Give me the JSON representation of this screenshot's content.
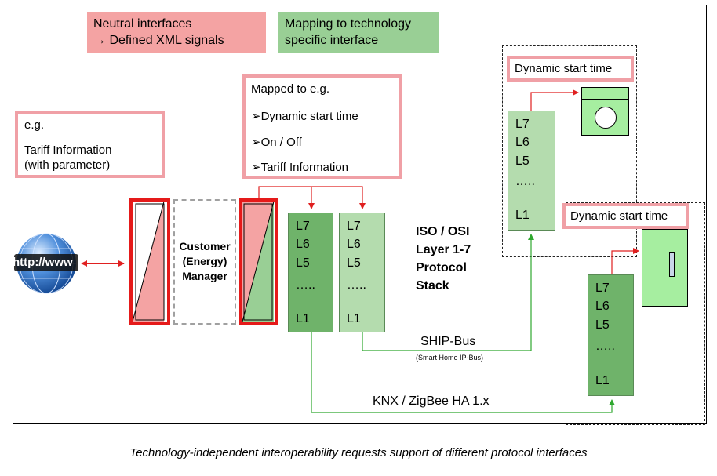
{
  "legend": {
    "neutral_line1": "Neutral interfaces",
    "neutral_line2": "→ Defined XML signals",
    "mapping_line1": "Mapping to technology",
    "mapping_line2": "specific interface",
    "neutral_color": "#f4a3a3",
    "mapping_color": "#99cf95"
  },
  "example_box": {
    "line1": "e.g.",
    "line2": "Tariff Information",
    "line3": "(with parameter)"
  },
  "mapped_box": {
    "title": "Mapped to e.g.",
    "items": [
      "➢Dynamic start time",
      "➢On / Off",
      "➢Tariff Information"
    ]
  },
  "globe": {
    "label": "http://www"
  },
  "manager": {
    "line1": "Customer",
    "line2": "(Energy)",
    "line3": "Manager"
  },
  "stacks": {
    "left_dark": [
      "L7",
      "L6",
      "L5",
      "…..",
      "L1"
    ],
    "left_light": [
      "L7",
      "L6",
      "L5",
      "…..",
      "L1"
    ],
    "top_right": [
      "L7",
      "L6",
      "L5",
      "…..",
      "L1"
    ],
    "bottom_right": [
      "L7",
      "L6",
      "L5",
      "…..",
      "L1"
    ]
  },
  "iso_label": {
    "line1": "ISO / OSI",
    "line2": "Layer 1-7",
    "line3": "Protocol",
    "line4": "Stack"
  },
  "device_labels": {
    "top": "Dynamic start time",
    "bottom": "Dynamic start time"
  },
  "buses": {
    "ship": "SHIP-Bus",
    "ship_sub": "(Smart Home IP-Bus)",
    "knx": "KNX / ZigBee HA 1.x"
  },
  "caption": "Technology-independent interoperability requests support of different protocol interfaces",
  "colors": {
    "arrow_red": "#e02020",
    "line_green": "#2fa82f",
    "device_green": "#a6eea0"
  }
}
